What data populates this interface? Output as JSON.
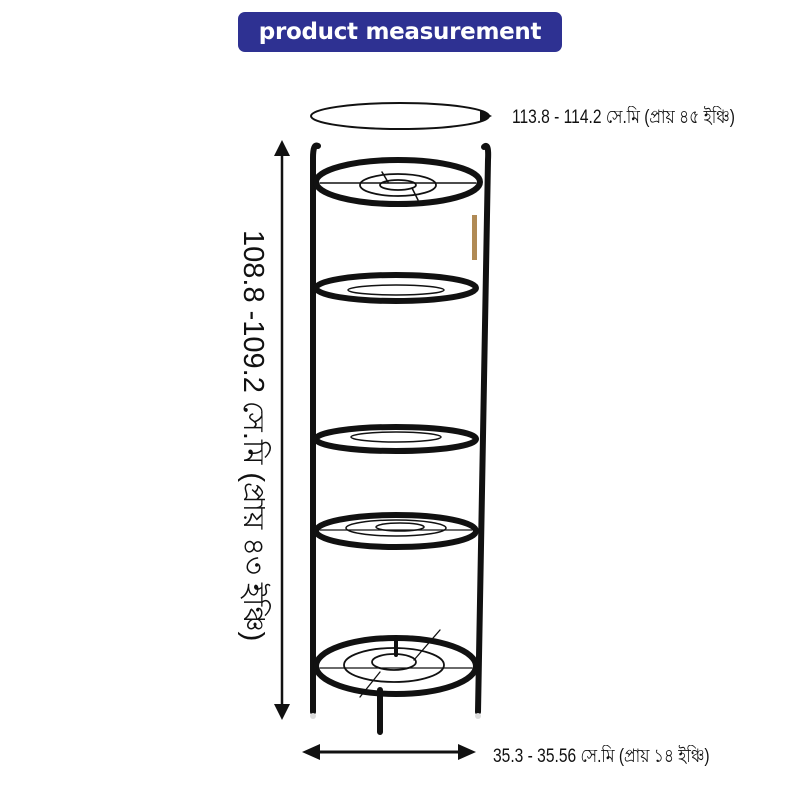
{
  "title": "product measurement",
  "colors": {
    "badge_background": "#2e3192",
    "badge_text": "#ffffff",
    "rack": "#111111",
    "text": "#111111"
  },
  "product": {
    "name": "5-tier round metal plant stand rack",
    "tiers": 5
  },
  "measurements": {
    "top_circumference": {
      "label": "113.8 - 114.2 সে.মি (প্রায় ৪৫ ইঞ্চি)",
      "icon": "ellipse-arrow-icon"
    },
    "height": {
      "label": "108.8 -109.2 সে.মি (প্রায় ৪৩ ইঞ্চি)",
      "icon": "vertical-double-arrow-icon"
    },
    "width": {
      "label": "35.3 - 35.56 সে.মি (প্রায় ১৪ ইঞ্চি)",
      "icon": "horizontal-double-arrow-icon"
    }
  }
}
